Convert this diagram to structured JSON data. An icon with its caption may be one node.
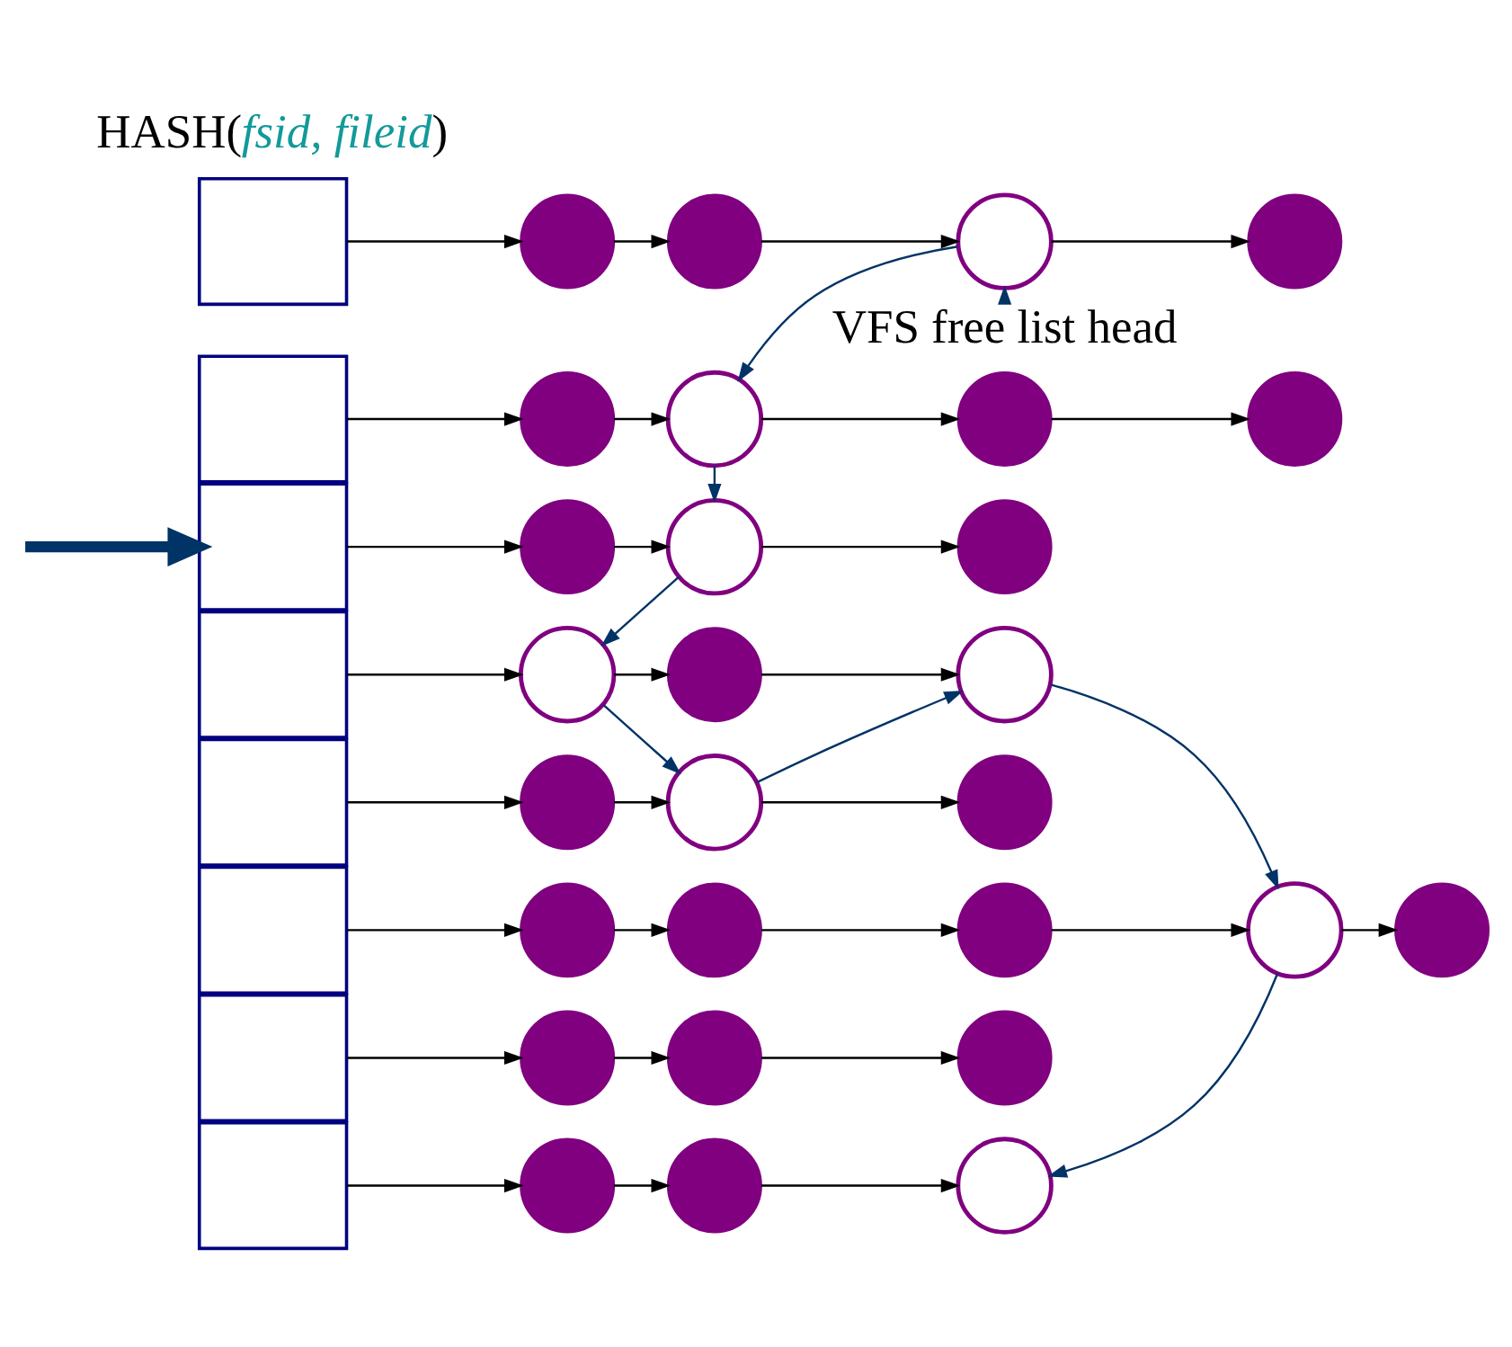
{
  "diagram": {
    "nodes": [
      {
        "text": [
          "VFS free list head"
        ]
      },
      {
        "text": [],
        "shape": "box"
      },
      {
        "text": [],
        "shape": "box"
      },
      {
        "text": [],
        "shape": "box"
      },
      {
        "text": [],
        "shape": "box"
      },
      {
        "text": [],
        "shape": "box"
      },
      {
        "text": [],
        "shape": "box"
      },
      {
        "text": [],
        "shape": "box"
      },
      {
        "text": [],
        "shape": "box"
      },
      {
        "text": [],
        "shape": "circle"
      },
      {
        "text": [],
        "shape": "circle"
      },
      {
        "text": [],
        "shape": "circle"
      },
      {
        "text": [],
        "shape": "circle"
      },
      {
        "text": [],
        "shape": "circle"
      },
      {
        "text": [],
        "shape": "circle"
      },
      {
        "text": [],
        "shape": "circle"
      },
      {
        "text": [],
        "shape": "circle"
      },
      {
        "text": [],
        "shape": "circle"
      },
      {
        "text": [],
        "shape": "circle"
      },
      {
        "text": [],
        "shape": "circle"
      },
      {
        "text": [],
        "shape": "circle"
      },
      {
        "text": [],
        "shape": "circle"
      },
      {
        "text": [],
        "shape": "circle"
      },
      {
        "text": [],
        "shape": "circle"
      },
      {
        "text": [],
        "shape": "circle"
      },
      {
        "text": [],
        "shape": "circle"
      },
      {
        "text": [],
        "shape": "circle"
      },
      {
        "text": [],
        "shape": "circle"
      },
      {
        "text": [],
        "shape": "circle"
      },
      {
        "text": [],
        "shape": "circle"
      },
      {
        "text": [],
        "shape": "circle"
      },
      {
        "text": [],
        "shape": "circle"
      },
      {
        "text": [],
        "shape": "circle"
      },
      {
        "text": [],
        "shape": "circle"
      },
      {
        "text": [],
        "shape": "circle"
      },
      {
        "text": [],
        "shape": "circle"
      },
      {
        "text": [],
        "shape": "circle"
      }
    ],
    "edges": [
      {
        "from": null,
        "to": 3,
        "arrow": "to",
        "style": "thick",
        "color": "#003366"
      },
      {
        "from": 1,
        "to": 9,
        "arrow": "to"
      },
      {
        "from": 9,
        "to": 10,
        "arrow": "to"
      },
      {
        "from": 10,
        "to": 11,
        "arrow": "to"
      },
      {
        "from": 11,
        "to": 12,
        "arrow": "to"
      },
      {
        "from": 2,
        "to": 13,
        "arrow": "to"
      },
      {
        "from": 13,
        "to": 14,
        "arrow": "to"
      },
      {
        "from": 14,
        "to": 15,
        "arrow": "to"
      },
      {
        "from": 15,
        "to": 16,
        "arrow": "to"
      },
      {
        "from": 3,
        "to": 17,
        "arrow": "to"
      },
      {
        "from": 17,
        "to": 18,
        "arrow": "to"
      },
      {
        "from": 18,
        "to": 19,
        "arrow": "to"
      },
      {
        "from": 4,
        "to": 20,
        "arrow": "to"
      },
      {
        "from": 20,
        "to": 21,
        "arrow": "to"
      },
      {
        "from": 21,
        "to": 22,
        "arrow": "to"
      },
      {
        "from": 5,
        "to": 23,
        "arrow": "to"
      },
      {
        "from": 23,
        "to": 24,
        "arrow": "to"
      },
      {
        "from": 24,
        "to": 25,
        "arrow": "to"
      },
      {
        "from": 6,
        "to": 26,
        "arrow": "to"
      },
      {
        "from": 26,
        "to": 27,
        "arrow": "to"
      },
      {
        "from": 27,
        "to": 28,
        "arrow": "to"
      },
      {
        "from": 28,
        "to": 29,
        "arrow": "to"
      },
      {
        "from": 29,
        "to": 30,
        "arrow": "to"
      },
      {
        "from": 7,
        "to": 31,
        "arrow": "to"
      },
      {
        "from": 31,
        "to": 32,
        "arrow": "to"
      },
      {
        "from": 32,
        "to": 33,
        "arrow": "to"
      },
      {
        "from": 8,
        "to": 34,
        "arrow": "to"
      },
      {
        "from": 34,
        "to": 35,
        "arrow": "to"
      },
      {
        "from": 35,
        "to": 36,
        "arrow": "to"
      },
      {
        "from": 0,
        "to": 11,
        "arrow": "to",
        "color": "#003366"
      },
      {
        "from": 11,
        "to": 14,
        "arrow": "to",
        "color": "#003366"
      },
      {
        "from": 14,
        "to": 18,
        "arrow": "to",
        "color": "#003366"
      },
      {
        "from": 18,
        "to": 20,
        "arrow": "to",
        "color": "#003366"
      },
      {
        "from": 20,
        "to": 24,
        "arrow": "to",
        "color": "#003366"
      },
      {
        "from": 24,
        "to": 22,
        "arrow": "to",
        "color": "#003366"
      },
      {
        "from": 22,
        "to": 29,
        "arrow": "to",
        "color": "#003366"
      },
      {
        "from": 29,
        "to": 36,
        "arrow": "to",
        "color": "#003366"
      }
    ],
    "labels": [
      "HASH(*fsid, fileid*)"
    ]
  }
}
